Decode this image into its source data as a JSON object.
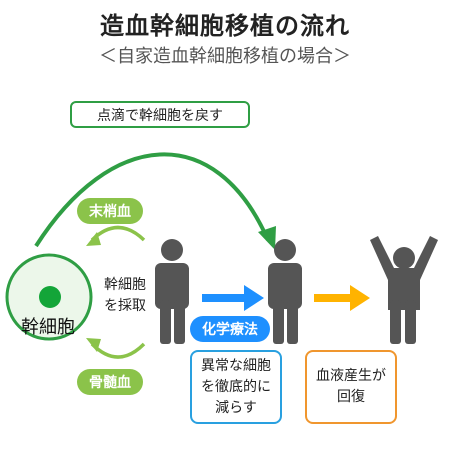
{
  "title": "造血幹細胞移植の流れ",
  "subtitle": "＜自家造血幹細胞移植の場合＞",
  "top_box": "点滴で幹細胞を戻す",
  "pill_peripheral": "末梢血",
  "pill_marrow": "骨髄血",
  "cell_label": "幹細胞",
  "collect_line1": "幹細胞",
  "collect_line2": "を採取",
  "pill_chemo": "化学療法",
  "note_left_line1": "異常な細胞",
  "note_left_line2": "を徹底的に",
  "note_left_line3": "減らす",
  "note_right_line1": "血液産生が",
  "note_right_line2": "回復",
  "colors": {
    "green": "#2f9e44",
    "light_green": "#8bc34a",
    "blue": "#1e90ff",
    "orange": "#ffb300",
    "figure": "#555555"
  }
}
